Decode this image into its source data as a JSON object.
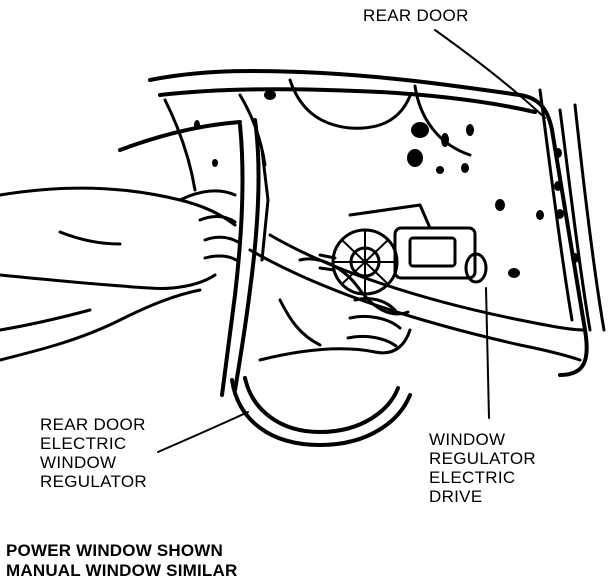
{
  "labels": {
    "rear_door": "REAR DOOR",
    "regulator": [
      "REAR DOOR",
      "ELECTRIC",
      "WINDOW",
      "REGULATOR"
    ],
    "drive": [
      "WINDOW",
      "REGULATOR",
      "ELECTRIC",
      "DRIVE"
    ]
  },
  "caption": [
    "POWER WINDOW SHOWN",
    "MANUAL WINDOW SIMILAR"
  ]
}
